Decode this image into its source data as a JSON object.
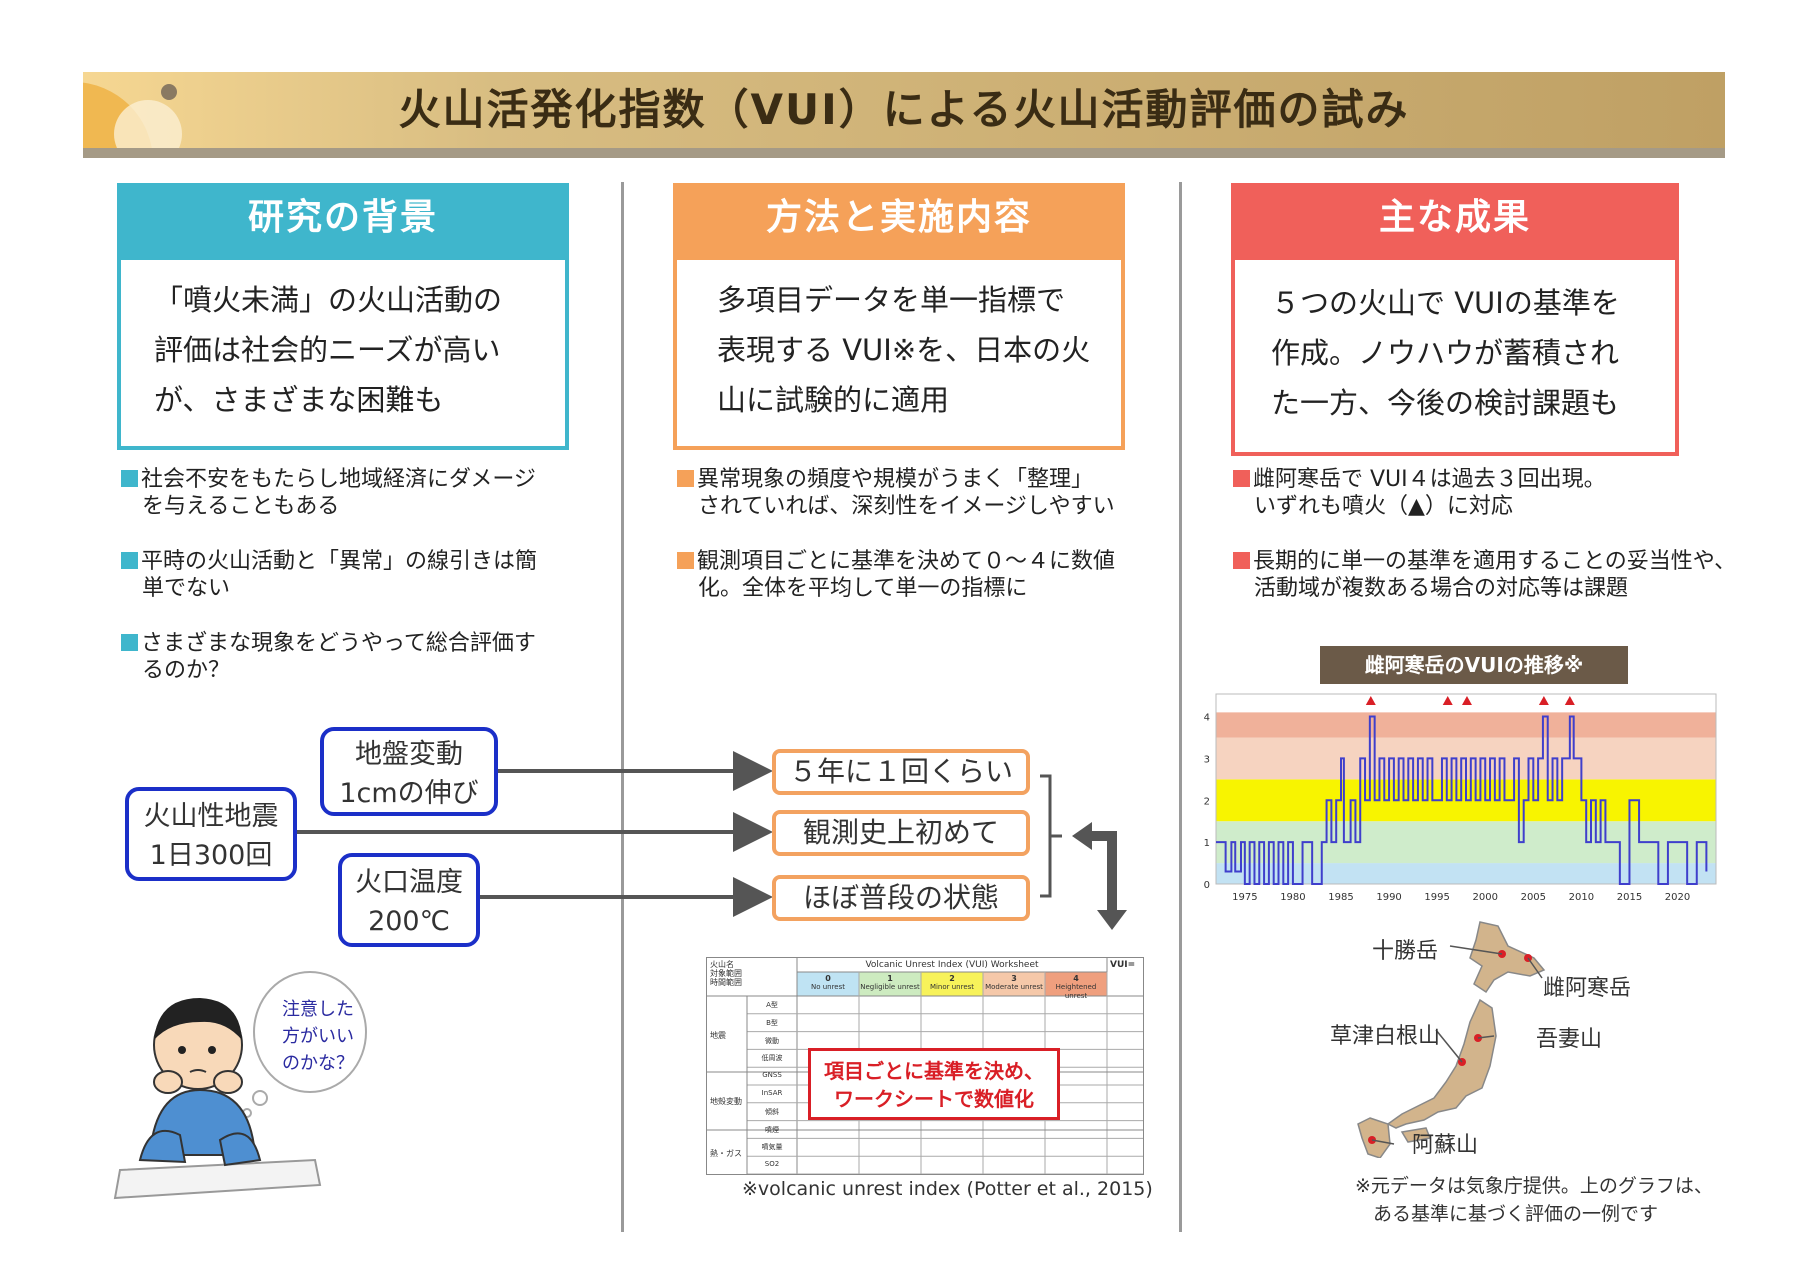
{
  "header": {
    "title": "火山活発化指数（VUI）による火山活動評価の試み"
  },
  "columns": [
    {
      "heading": "研究の背景",
      "color": "#3fb6cc",
      "lines": [
        "「噴火未満」の火山活動の",
        "評価は社会的ニーズが高い",
        "が、さまざまな困難も"
      ],
      "bullets": [
        [
          "社会不安をもたらし地域経済にダメージ",
          "を与えることもある"
        ],
        [
          "平時の火山活動と「異常」の線引きは簡",
          "単でない"
        ],
        [
          "さまざまな現象をどうやって総合評価す",
          "るのか？"
        ]
      ]
    },
    {
      "heading": "方法と実施内容",
      "color": "#f5a159",
      "lines": [
        "多項目データを単一指標で",
        "表現する VUI※を、日本の火",
        "山に試験的に適用"
      ],
      "bullets": [
        [
          "異常現象の頻度や規模がうまく「整理」",
          "されていれば、深刻性をイメージしやすい"
        ],
        [
          "観測項目ごとに基準を決めて０～４に数値",
          "化。全体を平均して単一の指標に"
        ]
      ]
    },
    {
      "heading": "主な成果",
      "color": "#f0605a",
      "lines": [
        "５つの火山で VUIの基準を",
        "作成。ノウハウが蓄積され",
        "た一方、今後の検討課題も"
      ],
      "bullets": [
        [
          "雌阿寒岳で VUI４は過去３回出現。",
          "いずれも噴火（▲）に対応"
        ],
        [
          "長期的に単一の基準を適用することの妥当性や、",
          "活動域が複数ある場合の対応等は課題"
        ]
      ]
    }
  ],
  "diagram": {
    "boxes_blue": [
      {
        "line1": "地盤変動",
        "line2": "1cmの伸び"
      },
      {
        "line1": "火山性地震",
        "line2": "1日300回"
      },
      {
        "line1": "火口温度",
        "line2": "200℃"
      }
    ],
    "boxes_orange": [
      "５年に１回くらい",
      "観測史上初めて",
      "ほぼ普段の状態"
    ],
    "thought": [
      "注意した",
      "方がいい",
      "のかな？"
    ]
  },
  "worksheet": {
    "left_labels": [
      "火山名",
      "対象範囲",
      "時間範囲"
    ],
    "title": "Volcanic Unrest Index (VUI) Worksheet",
    "vui_label": "VUI=",
    "levels": [
      {
        "n": "0",
        "t": "No unrest",
        "c": "#bfe3f3"
      },
      {
        "n": "1",
        "t": "Negligible unrest",
        "c": "#cdebc0"
      },
      {
        "n": "2",
        "t": "Minor unrest",
        "c": "#f7f25a"
      },
      {
        "n": "3",
        "t": "Moderate unrest",
        "c": "#f5c8a9"
      },
      {
        "n": "4",
        "t": "Heightened unrest",
        "c": "#ef9f7e"
      }
    ],
    "groups": [
      "地震",
      "地殻変動",
      "熱・ガス"
    ],
    "rows": [
      "A型",
      "B型",
      "微動",
      "低周波",
      "GNSS",
      "InSAR",
      "傾斜",
      "噴煙",
      "噴気量",
      "SO2"
    ],
    "callout": [
      "項目ごとに基準を決め、",
      "ワークシートで数値化"
    ],
    "footnote": "※volcanic unrest index (Potter et al., 2015)"
  },
  "chart_title": "雌阿寒岳のVUIの推移※",
  "chart_data": {
    "type": "line",
    "title": "雌阿寒岳のVUIの推移※",
    "xlim": [
      1972,
      2024
    ],
    "ylim": [
      0,
      4.3
    ],
    "xticks": [
      1975,
      1980,
      1985,
      1990,
      1995,
      2000,
      2005,
      2010,
      2015,
      2020
    ],
    "yticks": [
      0,
      1,
      2,
      3,
      4
    ],
    "bands": [
      {
        "from": 0,
        "to": 0.5,
        "color": "#c2e2f3"
      },
      {
        "from": 0.5,
        "to": 1.5,
        "color": "#cfeccb"
      },
      {
        "from": 1.5,
        "to": 2.5,
        "color": "#f8f400"
      },
      {
        "from": 2.5,
        "to": 3.5,
        "color": "#f6d3c0"
      },
      {
        "from": 3.5,
        "to": 4.1,
        "color": "#f0b19a"
      }
    ],
    "eruptions": [
      1988.1,
      1996.1,
      1998.1,
      2006.1,
      2008.8
    ],
    "series": [
      {
        "x": [
          1972,
          1973,
          1973.6,
          1974,
          1974.6,
          1975,
          1975.5,
          1976,
          1976.5,
          1977,
          1977.5,
          1978,
          1978.5,
          1979,
          1979.5,
          1980,
          1981,
          1982,
          1983,
          1983.5,
          1984,
          1984.5,
          1985,
          1985.3,
          1986,
          1986.5,
          1987,
          1987.5,
          1988,
          1988.5,
          1989,
          1989.5,
          1990,
          1990.5,
          1991,
          1991.5,
          1992,
          1992.5,
          1993,
          1993.5,
          1994,
          1994.5,
          1995,
          1995.5,
          1996,
          1996.5,
          1997,
          1997.5,
          1998,
          1998.5,
          1999,
          1999.5,
          2000,
          2000.5,
          2001,
          2001.5,
          2002,
          2003,
          2003.5,
          2004,
          2004.5,
          2005,
          2005.5,
          2006,
          2006.5,
          2007,
          2007.5,
          2008,
          2008.8,
          2009.2,
          2010,
          2010.5,
          2011,
          2011.5,
          2012,
          2012.5,
          2013,
          2014,
          2015,
          2016,
          2017,
          2018,
          2019,
          2020,
          2021,
          2022,
          2023
        ],
        "y": [
          1,
          0.3,
          1,
          0.3,
          1,
          0,
          1,
          0,
          1,
          0,
          1,
          0,
          1,
          0,
          1,
          0,
          1,
          0,
          1,
          2,
          1,
          2,
          3,
          1,
          2,
          1,
          3,
          2,
          4,
          2,
          3,
          2,
          3,
          2,
          3,
          2,
          3,
          2,
          3,
          2,
          3,
          2,
          2,
          3,
          2,
          3,
          2,
          3,
          2,
          3,
          2,
          3,
          2,
          3,
          2,
          3,
          2,
          3,
          1,
          2,
          3,
          2,
          3,
          4,
          2,
          3,
          2,
          3,
          4,
          3,
          2,
          1,
          2,
          1,
          2,
          1,
          1,
          0,
          2,
          1,
          1,
          0,
          1,
          1,
          0,
          1,
          0.3
        ]
      }
    ]
  },
  "map": {
    "labels": [
      "十勝岳",
      "雌阿寒岳",
      "草津白根山",
      "吾妻山",
      "阿蘇山"
    ]
  },
  "bottom_note": [
    "※元データは気象庁提供。上のグラフは、",
    "ある基準に基づく評価の一例です"
  ]
}
